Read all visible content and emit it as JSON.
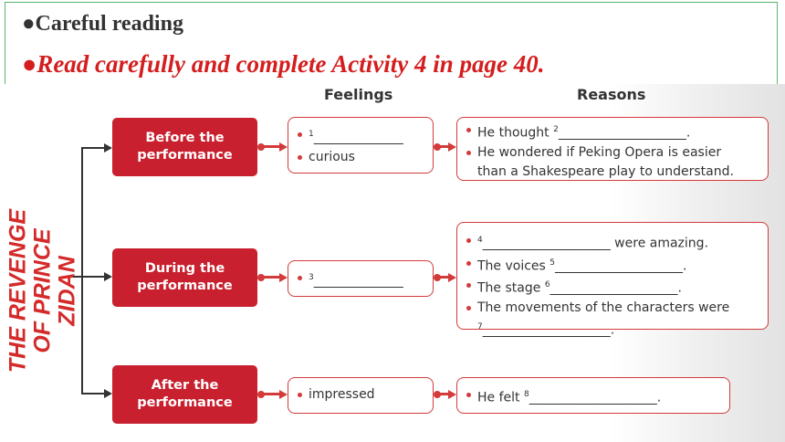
{
  "header": {
    "line1": "●Careful reading",
    "line2": "●Read carefully and complete Activity 4 in page 40."
  },
  "diagram": {
    "title": "THE REVENGE OF PRINCE ZIDAN",
    "columns": {
      "feelings": "Feelings",
      "reasons": "Reasons"
    },
    "stages": [
      {
        "label": "Before the performance",
        "feelings": [
          {
            "num": "1",
            "text": "______________"
          },
          {
            "num": "",
            "text": "curious"
          }
        ],
        "reasons": [
          {
            "prefix": "He thought",
            "num": "2",
            "text": "____________________."
          },
          {
            "prefix": "",
            "num": "",
            "text": "He wondered if Peking Opera is easier"
          },
          {
            "prefix": "",
            "num": "",
            "text": "than a Shakespeare play to understand.",
            "continuation": true
          }
        ]
      },
      {
        "label": "During the performance",
        "feelings": [
          {
            "num": "3",
            "text": "______________"
          }
        ],
        "reasons": [
          {
            "prefix": "",
            "num": "4",
            "text": "____________________ were amazing."
          },
          {
            "prefix": "The voices",
            "num": "5",
            "text": "____________________."
          },
          {
            "prefix": "The stage",
            "num": "6",
            "text": "____________________."
          },
          {
            "prefix": "",
            "num": "",
            "text": "The movements of the characters were"
          },
          {
            "prefix": "",
            "num": "7",
            "text": "____________________.",
            "continuation": true
          }
        ]
      },
      {
        "label": "After the performance",
        "feelings": [
          {
            "num": "",
            "text": "impressed"
          }
        ],
        "reasons": [
          {
            "prefix": "He felt",
            "num": "8",
            "text": "____________________."
          }
        ]
      }
    ]
  }
}
